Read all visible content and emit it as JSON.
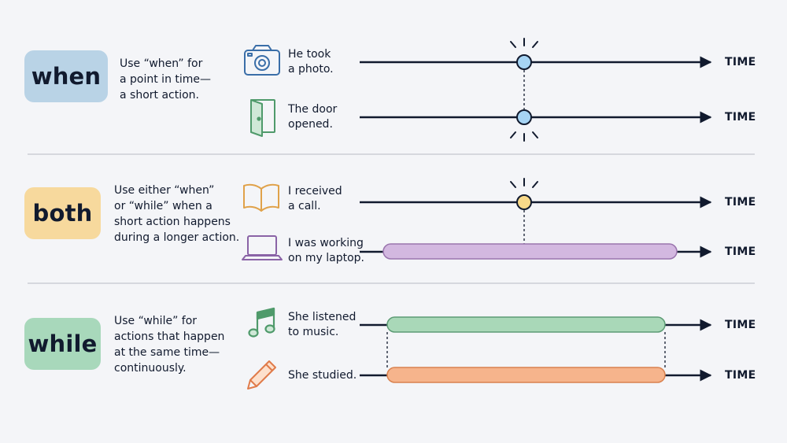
{
  "colors": {
    "when": "#b9d3e6",
    "both": "#f7d99d",
    "while": "#a8d8bb",
    "line": "#111a2e",
    "point_blue": "#a6d4f4",
    "point_yellow": "#f8d989",
    "bar_purple": "#d3b8e0",
    "bar_purple_stroke": "#9a75ad",
    "bar_green": "#a9d8b8",
    "bar_green_stroke": "#5d9b75",
    "bar_orange": "#f6b48c",
    "bar_orange_stroke": "#d9824f",
    "icon_camera": "#3a6ea8",
    "icon_door": "#4f9a6b",
    "icon_book": "#e0a24a",
    "icon_laptop": "#8a63a6",
    "icon_music": "#4f9a6b",
    "icon_pencil": "#e07b4a",
    "divider": "#d6d8de"
  },
  "sections": [
    {
      "badge": "when",
      "description": "Use “when” for\na point in time—\na short action.",
      "rows": [
        {
          "icon": "camera-icon",
          "label": "He took\na photo.",
          "axis": "TIME"
        },
        {
          "icon": "door-icon",
          "label": "The door\nopened.",
          "axis": "TIME"
        }
      ]
    },
    {
      "badge": "both",
      "description": "Use either “when”\nor “while” when a\nshort action happens\nduring a longer action.",
      "rows": [
        {
          "icon": "book-icon",
          "label": "I received\na call.",
          "axis": "TIME"
        },
        {
          "icon": "laptop-icon",
          "label": "I was working\non my laptop.",
          "axis": "TIME"
        }
      ]
    },
    {
      "badge": "while",
      "description": "Use “while” for\nactions that happen\nat the same time—\ncontinuously.",
      "rows": [
        {
          "icon": "music-note-icon",
          "label": "She listened\nto music.",
          "axis": "TIME"
        },
        {
          "icon": "pencil-icon",
          "label": "She studied.",
          "axis": "TIME"
        }
      ]
    }
  ]
}
